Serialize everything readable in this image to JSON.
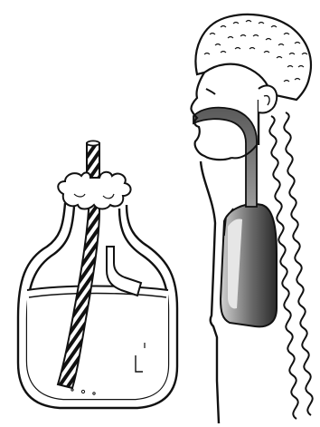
{
  "diagram": {
    "parts": {
      "bottle": "bottle",
      "water": "water",
      "straw": "straw",
      "cotton_plug": "cotton-plug",
      "side_tube": "side-tube",
      "child_head": "child-head",
      "airway": "airway",
      "lung": "lung",
      "body_outline": "body-outline"
    },
    "colors": {
      "ink": "#111111",
      "paper": "#ffffff",
      "lung_dark": "#3a3a3a",
      "lung_light": "#bdbdbd",
      "airway_gray": "#8a8a8a"
    }
  }
}
